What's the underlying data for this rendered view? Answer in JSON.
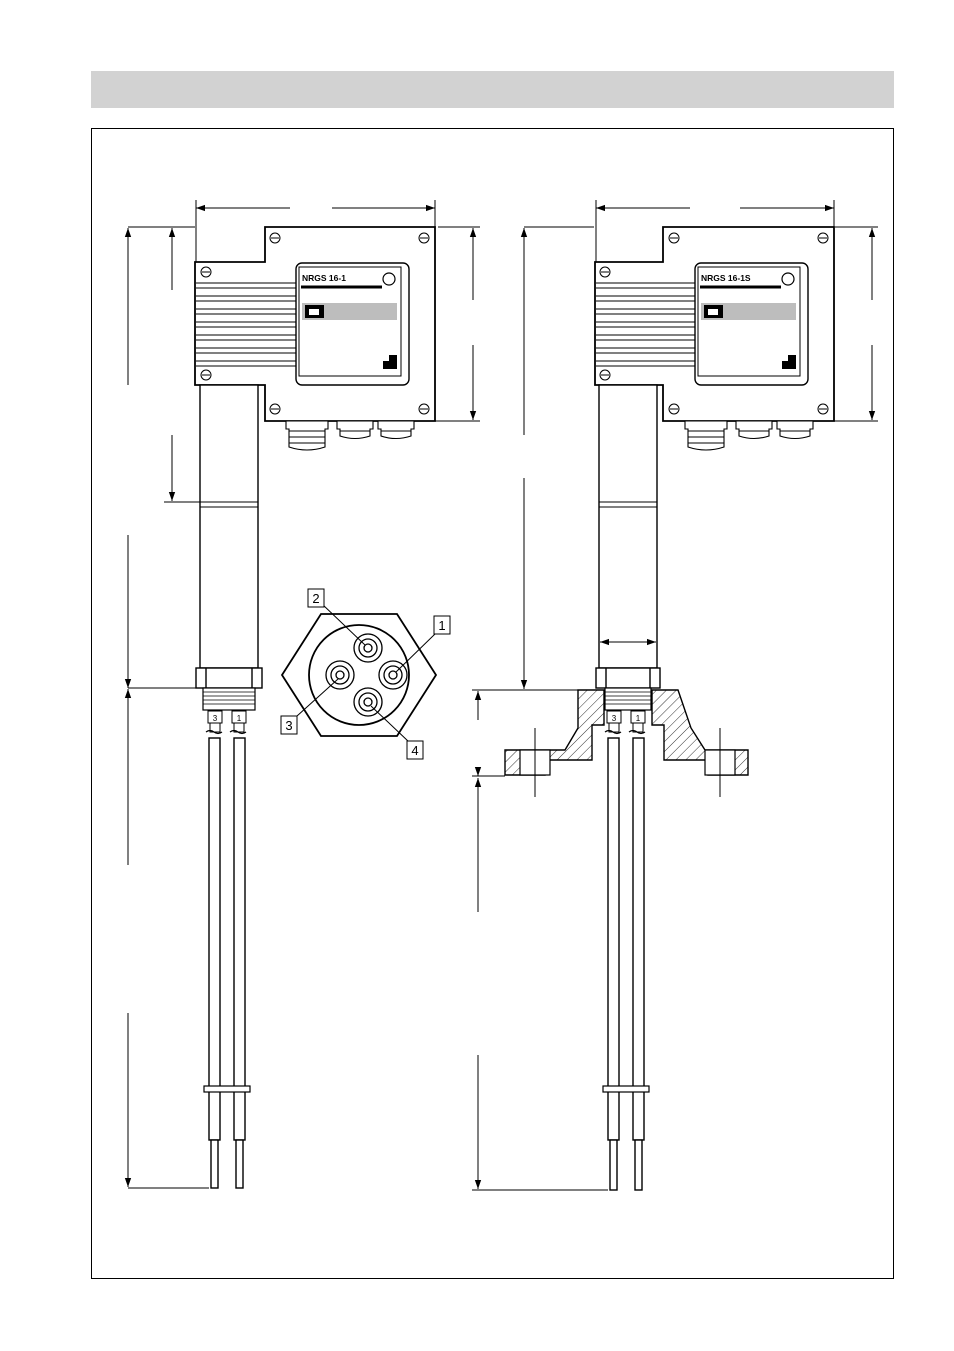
{
  "header": {
    "band_color": "#d2d2d2"
  },
  "left_unit": {
    "model_label": "NRGS 16-1",
    "terminal_labels": [
      "3",
      "1"
    ]
  },
  "right_unit": {
    "model_label": "NRGS 16-1S",
    "terminal_labels": [
      "3",
      "1"
    ]
  },
  "connector": {
    "pin_labels": [
      "1",
      "2",
      "3",
      "4"
    ]
  },
  "colors": {
    "line": "#000000",
    "display_band": "#bdbdbd",
    "hatch": "#000000"
  }
}
